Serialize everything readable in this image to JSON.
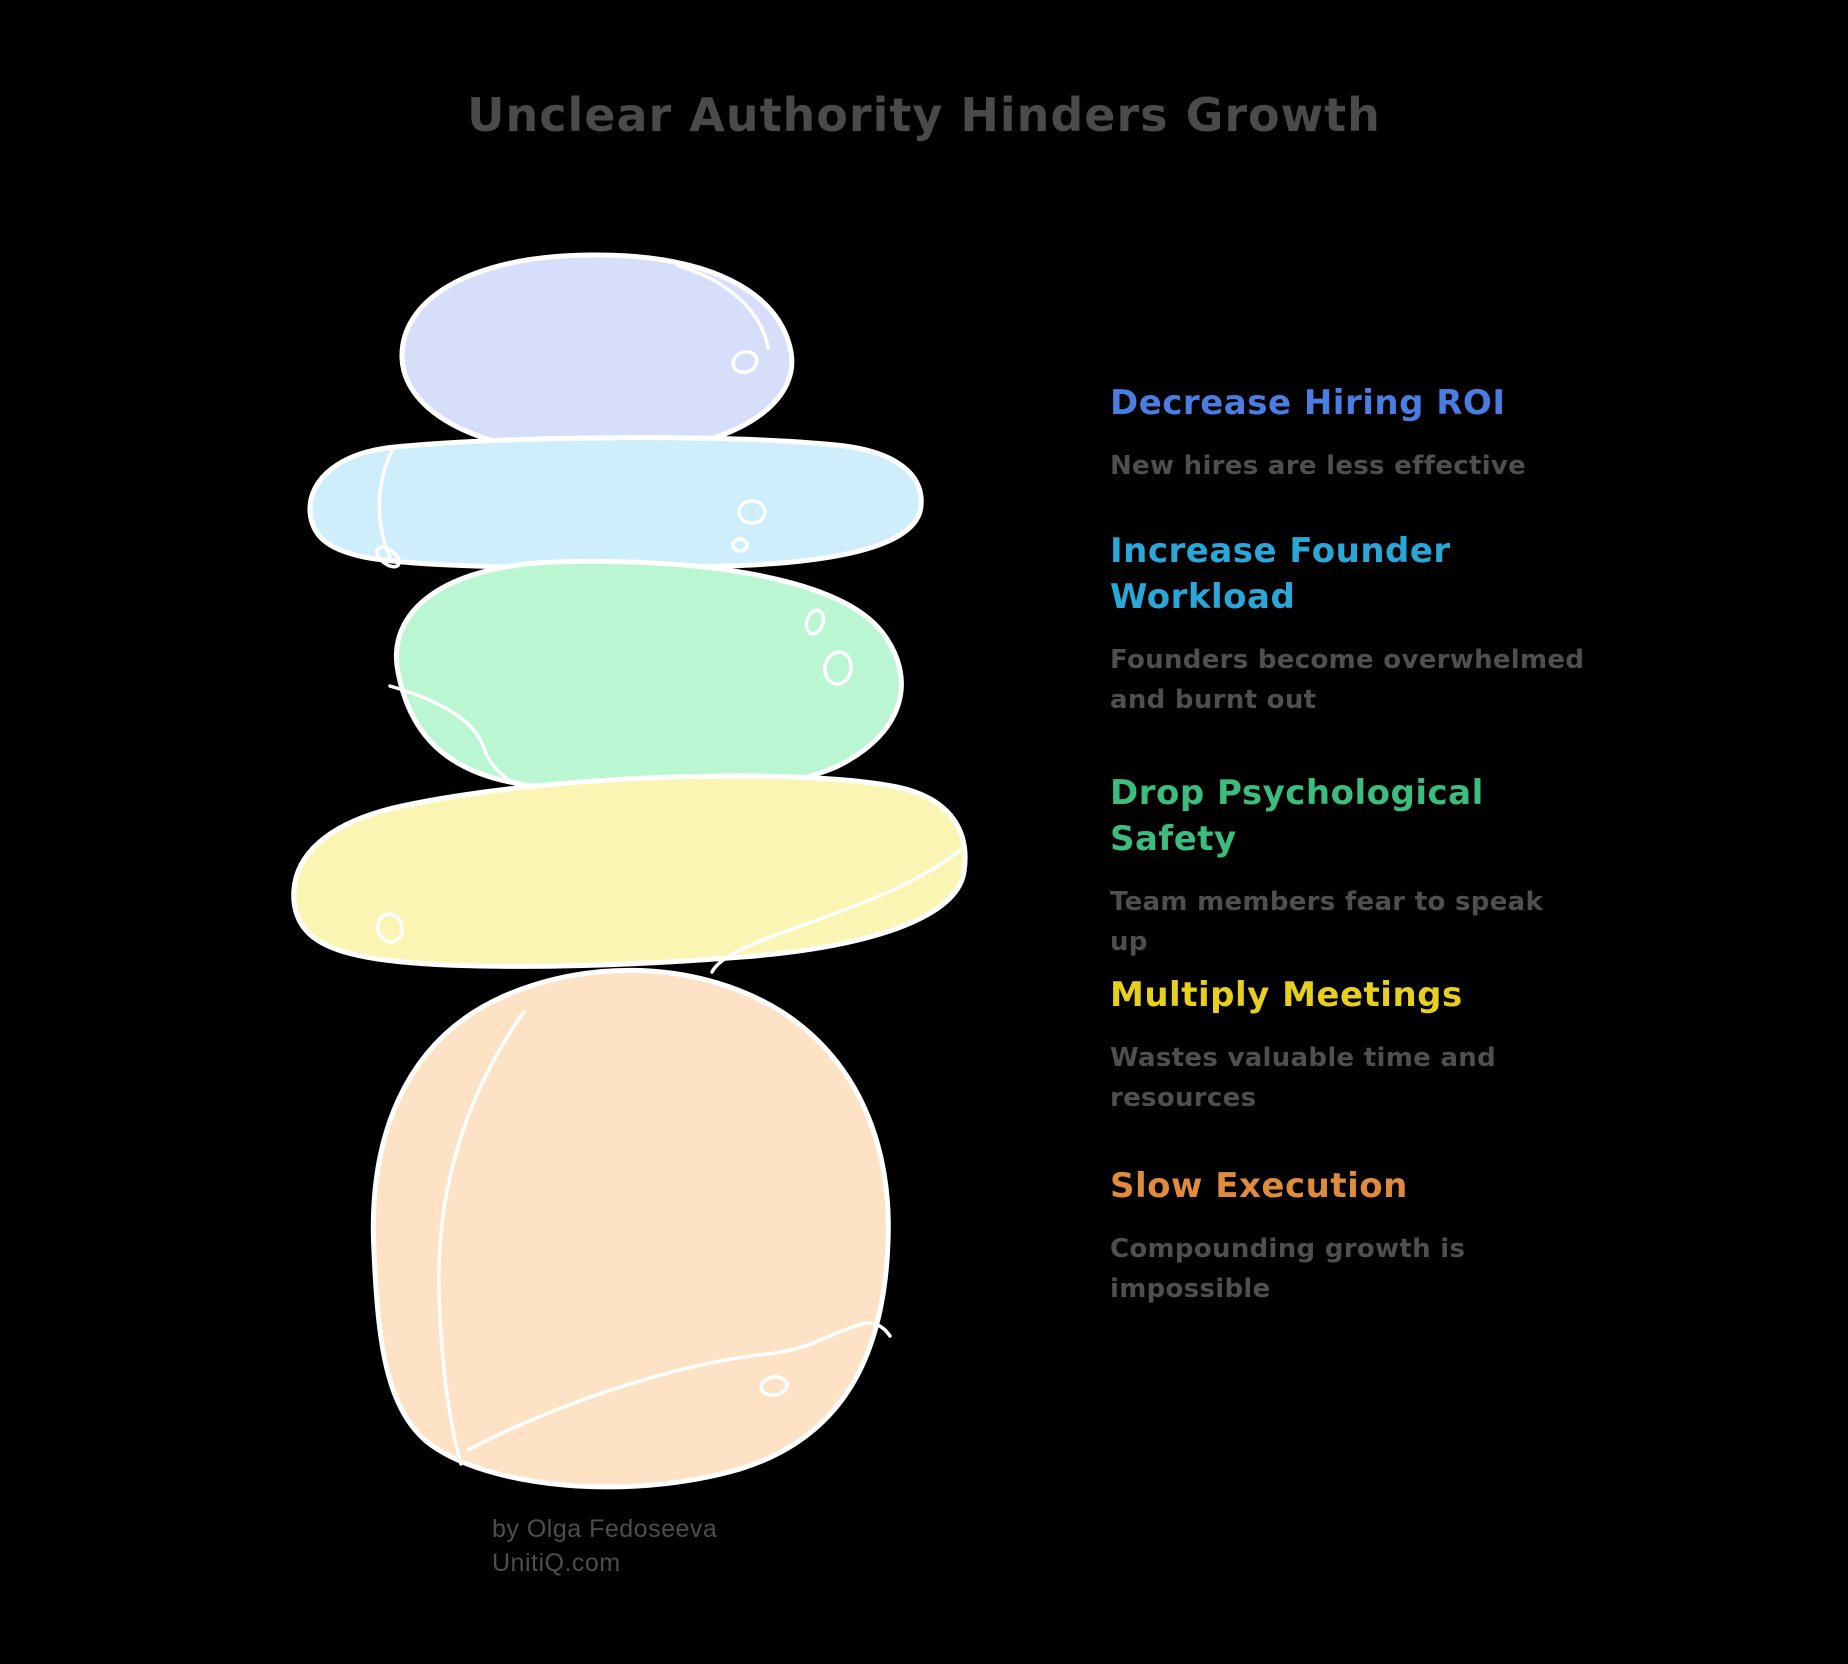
{
  "title": "Unclear Authority Hinders Growth",
  "title_color": "#4a4a4a",
  "background_color": "#000000",
  "description_color": "#4f4f4f",
  "sections": [
    {
      "heading": "Decrease Hiring ROI",
      "heading_color": "#4a7de2",
      "description": "New hires are less effective"
    },
    {
      "heading": "Increase Founder Workload",
      "heading_color": "#29a7d8",
      "description": "Founders become overwhelmed and burnt out"
    },
    {
      "heading": "Drop Psychological Safety",
      "heading_color": "#3cbd80",
      "description": "Team members fear to speak up"
    },
    {
      "heading": "Multiply Meetings",
      "heading_color": "#e6d01d",
      "description": "Wastes valuable time and resources"
    },
    {
      "heading": "Slow Execution",
      "heading_color": "#e08a3c",
      "description": "Compounding growth is impossible"
    }
  ],
  "illustration": {
    "name": "balanced-pebbles-stack",
    "outline_color": "#ffffff",
    "stones": [
      {
        "name": "top-lavender-pebble",
        "color": "#d6defa"
      },
      {
        "name": "cyan-flat-pebble",
        "color": "#cfeefc"
      },
      {
        "name": "mint-round-pebble",
        "color": "#bbf6d3"
      },
      {
        "name": "yellow-flat-pebble",
        "color": "#fbf5b4"
      },
      {
        "name": "peach-base-boulder",
        "color": "#fde2c5"
      }
    ]
  },
  "attribution": {
    "author_line": "by Olga Fedoseeva",
    "site_line": "UnitiQ.com",
    "color": "#4e4e4e"
  }
}
